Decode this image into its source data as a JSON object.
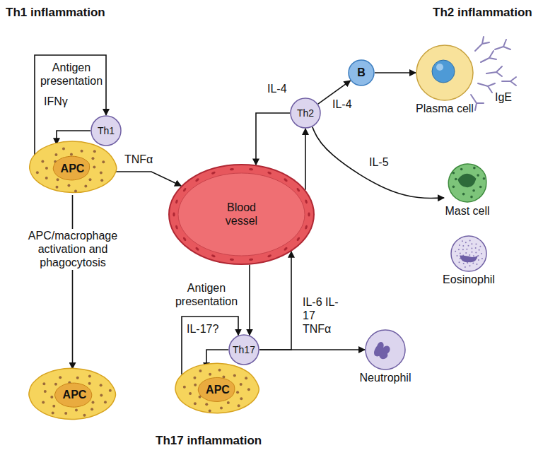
{
  "diagram": {
    "nodes": [
      {
        "text": [
          "Th1"
        ]
      },
      {
        "text": [
          "APC"
        ]
      },
      {
        "text": [
          "Blood vessel"
        ]
      },
      {
        "text": [
          "Th2"
        ]
      },
      {
        "text": [
          "B"
        ]
      },
      {
        "text": [
          "Plasma cell"
        ]
      },
      {
        "text": [
          "Mast cell"
        ]
      },
      {
        "text": [
          "Eosinophil"
        ]
      },
      {
        "text": [
          "APC"
        ]
      },
      {
        "text": [
          "Th17"
        ]
      },
      {
        "text": [
          "APC"
        ]
      },
      {
        "text": [
          "Neutrophil"
        ]
      }
    ],
    "edges": [
      {
        "from": 1,
        "to": 0,
        "label": "Antigen presentation",
        "arrow": "to"
      },
      {
        "from": 0,
        "to": 1,
        "label": "IFNγ",
        "arrow": "to"
      },
      {
        "from": 1,
        "to": 2,
        "label": "TNFα",
        "arrow": "to"
      },
      {
        "from": 1,
        "to": 8,
        "label": "APC/macrophage activation and phagocytosis",
        "arrow": "to"
      },
      {
        "from": 3,
        "to": 2,
        "label": "IL-4",
        "arrow": "to"
      },
      {
        "from": 2,
        "to": 3,
        "arrow": "to"
      },
      {
        "from": 3,
        "to": 4,
        "label": "IL-4",
        "arrow": "to"
      },
      {
        "from": 4,
        "to": 5,
        "arrow": "to"
      },
      {
        "from": 3,
        "to": 6,
        "label": "IL-5",
        "arrow": "to"
      },
      {
        "from": 2,
        "to": 9,
        "arrow": "to"
      },
      {
        "from": 10,
        "to": 9,
        "label": "Antigen presentation",
        "arrow": "to"
      },
      {
        "from": 9,
        "to": 10,
        "label": "IL-17?",
        "arrow": "to"
      },
      {
        "from": 9,
        "to": 2,
        "label": "IL-6 IL-17 TNFα",
        "arrow": "to"
      },
      {
        "from": 9,
        "to": 11,
        "arrow": "to"
      }
    ],
    "labels": [
      "Th1 inflammation",
      "Th2 inflammation",
      "Th17 inflammation",
      "IgE"
    ]
  }
}
